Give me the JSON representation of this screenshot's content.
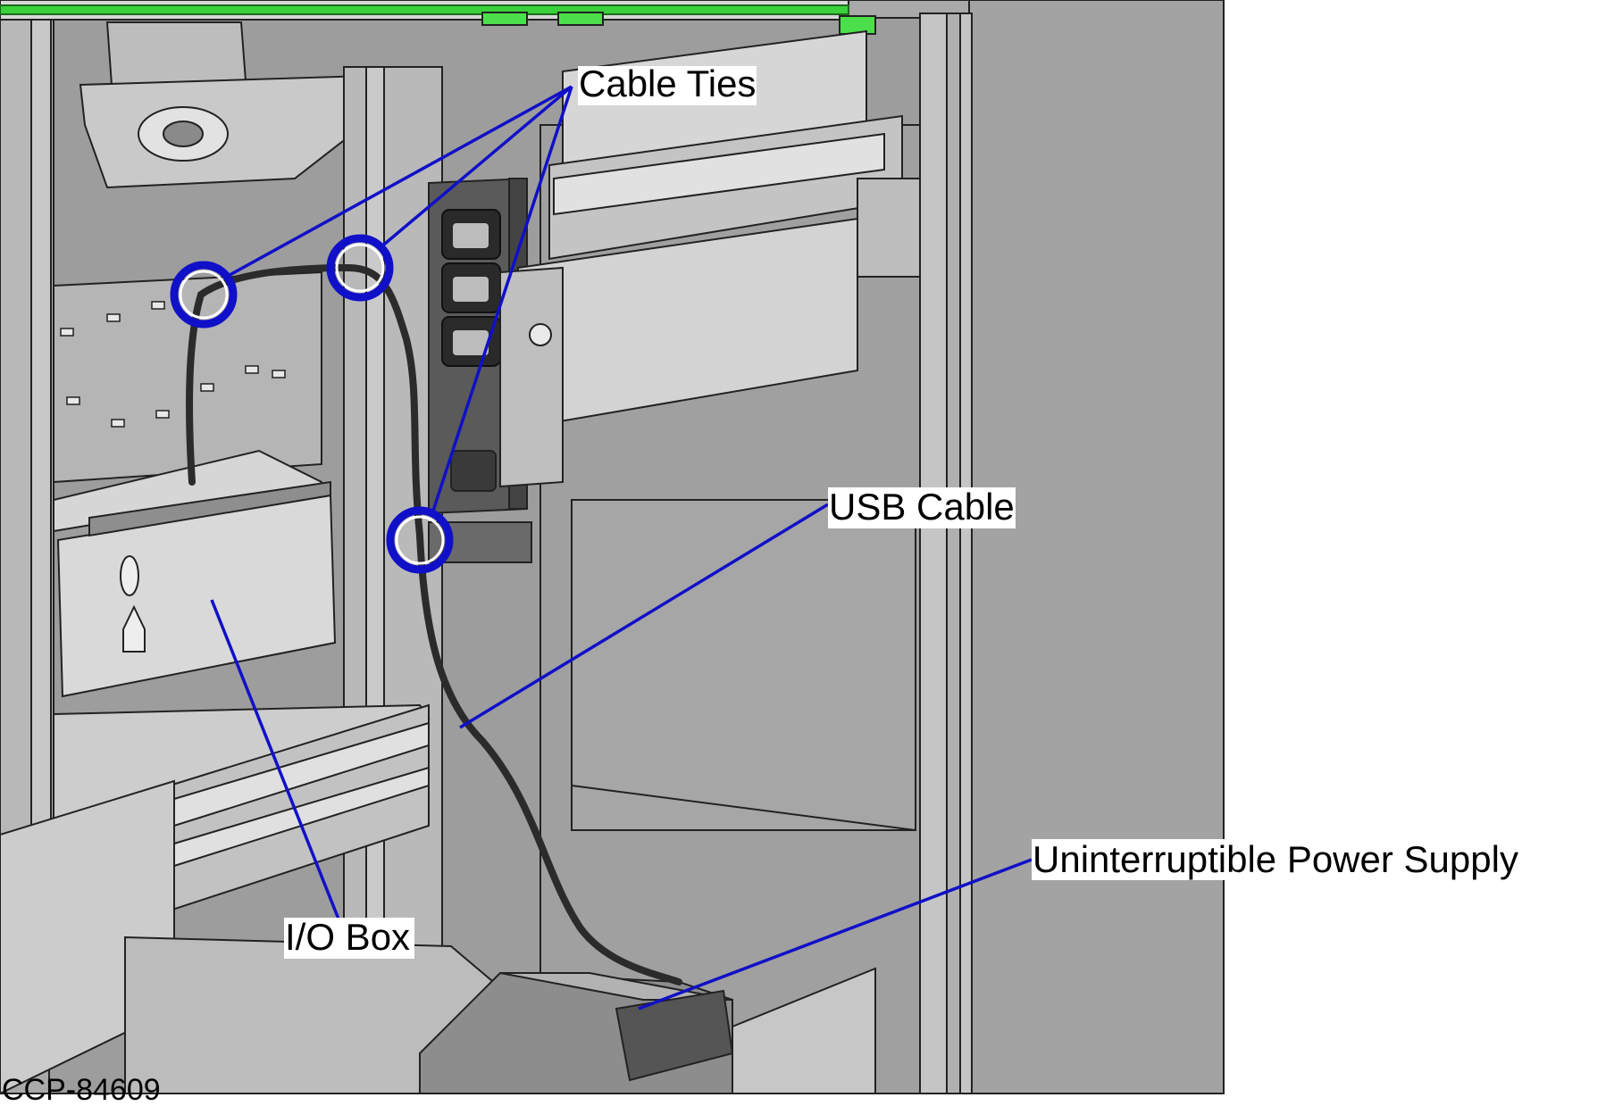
{
  "colors": {
    "outline": "#222222",
    "panel_light": "#cfcfcf",
    "panel_mid": "#a9a9a9",
    "panel_dark": "#8f8f8f",
    "accent_green": "#3ad13a",
    "callout_blue": "#1010c8",
    "cable": "#2b2b2b"
  },
  "callouts": {
    "cable_ties": "Cable Ties",
    "usb_cable": "USB Cable",
    "ups": "Uninterruptible Power Supply",
    "io_box": "I/O Box"
  },
  "document_id": "CCP-84609"
}
